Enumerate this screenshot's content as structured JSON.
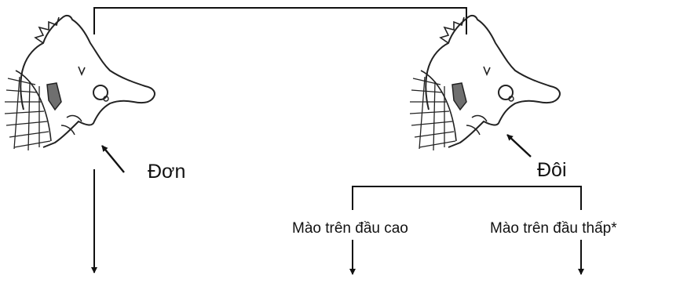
{
  "diagram": {
    "labels": {
      "single": "Đơn",
      "double": "Đôi",
      "crest_high": "Mào trên đầu cao",
      "crest_low": "Mào trên đầu thấp*"
    },
    "icons": {
      "left_head": "seahorse-head-icon",
      "right_head": "seahorse-head-icon"
    },
    "colors": {
      "line": "#111111",
      "drawing": "#222222",
      "highlight": "#6f6f6f"
    }
  }
}
